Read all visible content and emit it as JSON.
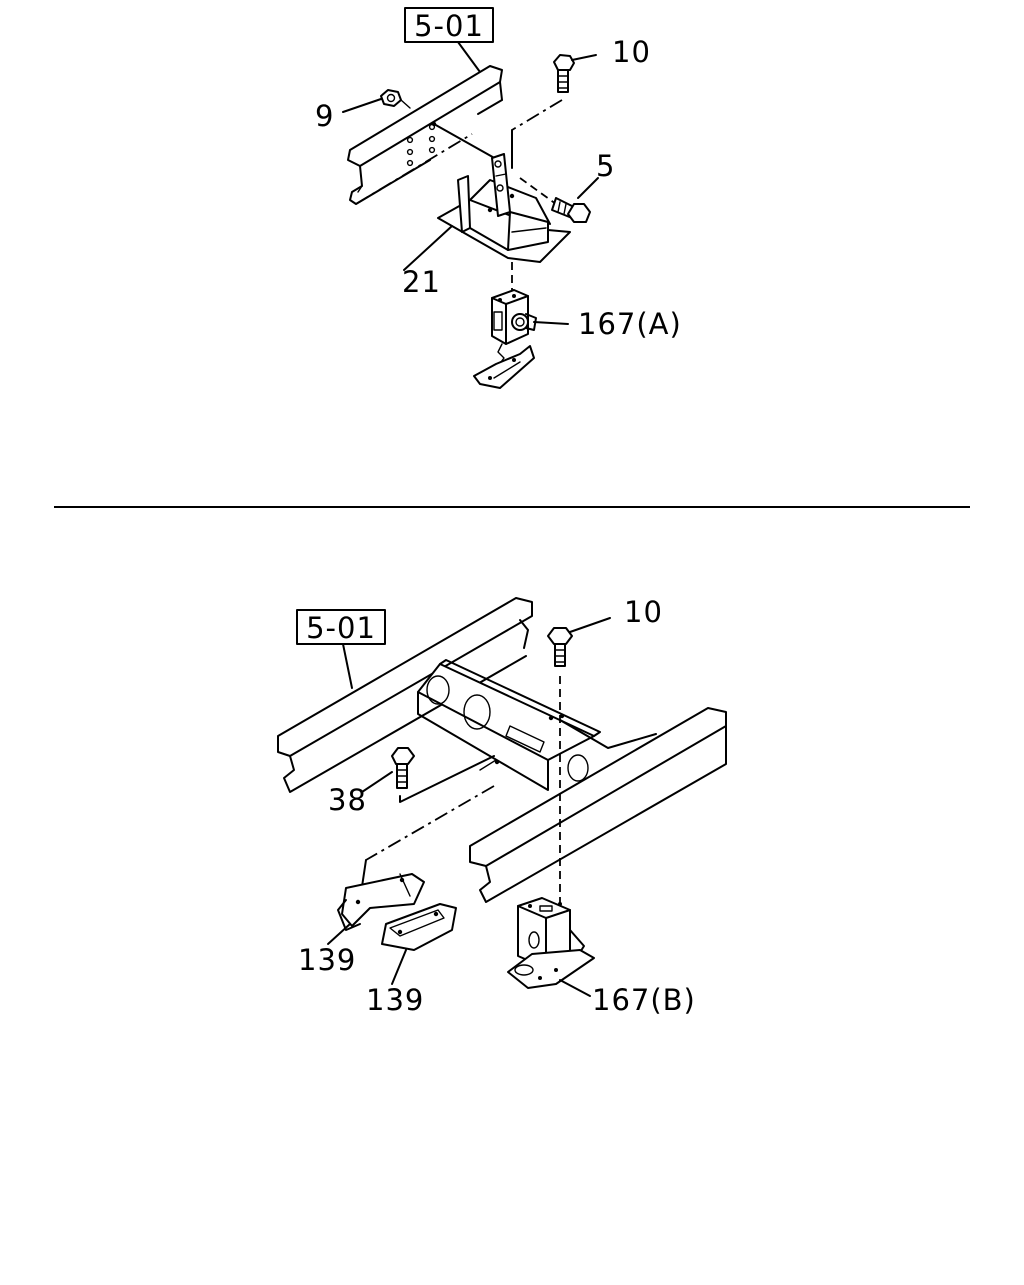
{
  "top_diagram": {
    "ref_box": "5-01",
    "callouts": {
      "c10": "10",
      "c9": "9",
      "c5": "5",
      "c21": "21",
      "c167a": "167(A)"
    }
  },
  "bottom_diagram": {
    "ref_box": "5-01",
    "callouts": {
      "c10": "10",
      "c38": "38",
      "c139a": "139",
      "c139b": "139",
      "c167b": "167(B)"
    }
  }
}
